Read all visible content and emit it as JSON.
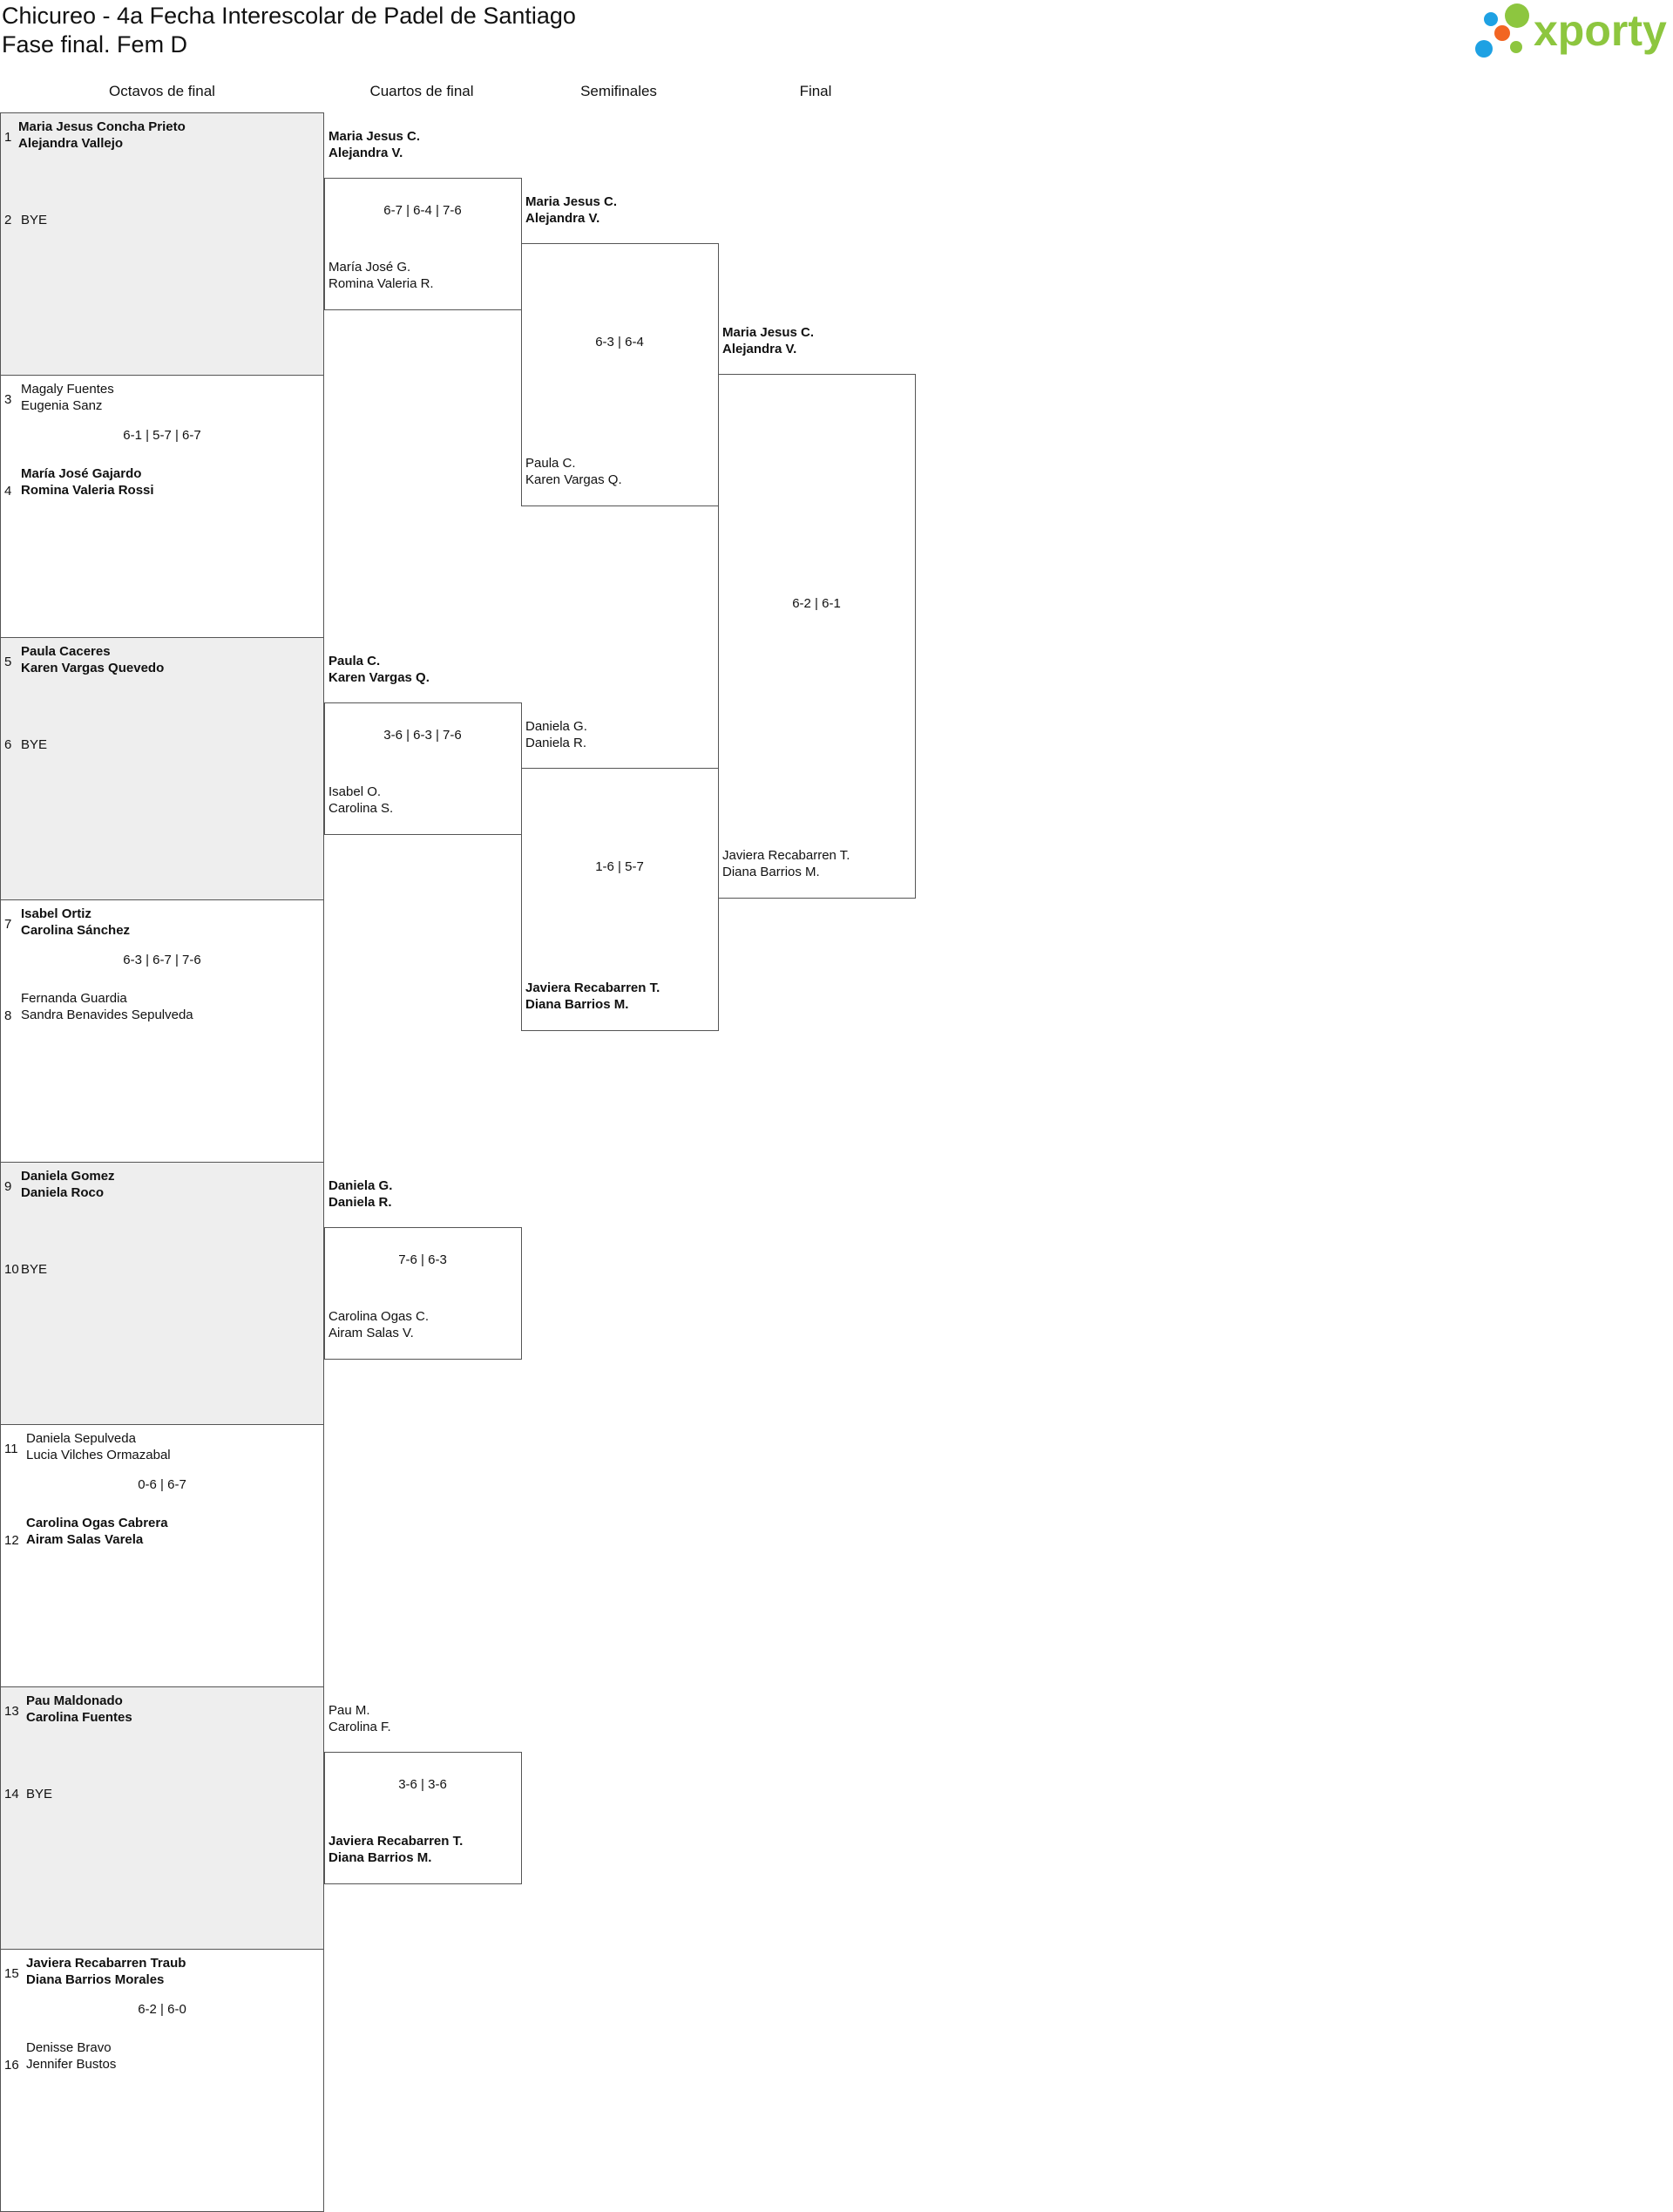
{
  "header": {
    "title": "Chicureo - 4a Fecha Interescolar de Padel de Santiago",
    "subtitle": "Fase final. Fem D",
    "logo_text": "xporty"
  },
  "colors": {
    "logo_green": "#8dc63f",
    "logo_orange": "#f26522",
    "logo_blue": "#1ea1e3",
    "bye_bg": "#eeeeee",
    "border": "#555555"
  },
  "rounds": [
    "Octavos de final",
    "Cuartos de final",
    "Semifinales",
    "Final"
  ],
  "octavos": [
    {
      "seed_a": "1",
      "team_a": [
        "Maria Jesus Concha Prieto",
        "Alejandra Vallejo"
      ],
      "seed_b": "2",
      "team_b": [
        "BYE"
      ],
      "score": ""
    },
    {
      "seed_a": "3",
      "team_a": [
        "Magaly Fuentes",
        "Eugenia Sanz"
      ],
      "seed_b": "4",
      "team_b": [
        "María José Gajardo",
        "Romina Valeria Rossi"
      ],
      "score": "6-1 | 5-7 | 6-7"
    },
    {
      "seed_a": "5",
      "team_a": [
        "Paula Caceres",
        "Karen Vargas Quevedo"
      ],
      "seed_b": "6",
      "team_b": [
        "BYE"
      ],
      "score": ""
    },
    {
      "seed_a": "7",
      "team_a": [
        "Isabel Ortiz",
        "Carolina Sánchez"
      ],
      "seed_b": "8",
      "team_b": [
        "Fernanda Guardia",
        "Sandra Benavides Sepulveda"
      ],
      "score": "6-3 | 6-7 | 7-6"
    },
    {
      "seed_a": "9",
      "team_a": [
        "Daniela Gomez",
        "Daniela Roco"
      ],
      "seed_b": "10",
      "team_b": [
        "BYE"
      ],
      "score": ""
    },
    {
      "seed_a": "11",
      "team_a": [
        "Daniela Sepulveda",
        "Lucia Vilches Ormazabal"
      ],
      "seed_b": "12",
      "team_b": [
        "Carolina Ogas Cabrera",
        "Airam Salas Varela"
      ],
      "score": "0-6 | 6-7"
    },
    {
      "seed_a": "13",
      "team_a": [
        "Pau Maldonado",
        "Carolina Fuentes"
      ],
      "seed_b": "14",
      "team_b": [
        "BYE"
      ],
      "score": ""
    },
    {
      "seed_a": "15",
      "team_a": [
        "Javiera Recabarren Traub",
        "Diana Barrios Morales"
      ],
      "seed_b": "16",
      "team_b": [
        "Denisse Bravo",
        "Jennifer Bustos"
      ],
      "score": "6-2 | 6-0"
    }
  ],
  "cuartos": [
    {
      "team_a": [
        "Maria Jesus C.",
        "Alejandra V."
      ],
      "team_b": [
        "María José G.",
        "Romina Valeria R."
      ],
      "score": "6-7 | 6-4 | 7-6"
    },
    {
      "team_a": [
        "Paula C.",
        "Karen Vargas Q."
      ],
      "team_b": [
        "Isabel O.",
        "Carolina S."
      ],
      "score": "3-6 | 6-3 | 7-6"
    },
    {
      "team_a": [
        "Daniela G.",
        "Daniela R."
      ],
      "team_b": [
        "Carolina Ogas C.",
        "Airam Salas V."
      ],
      "score": "7-6 | 6-3"
    },
    {
      "team_a": [
        "Pau M.",
        "Carolina F."
      ],
      "team_b": [
        "Javiera Recabarren T.",
        "Diana Barrios M."
      ],
      "score": "3-6 | 3-6"
    }
  ],
  "semis": [
    {
      "team_a": [
        "Maria Jesus C.",
        "Alejandra V."
      ],
      "team_b": [
        "Paula C.",
        "Karen Vargas Q."
      ],
      "score": "6-3 | 6-4"
    },
    {
      "team_a": [
        "Daniela G.",
        "Daniela R."
      ],
      "team_b": [
        "Javiera Recabarren T.",
        "Diana Barrios M."
      ],
      "score": "1-6 | 5-7"
    }
  ],
  "final": {
    "team_a": [
      "Maria Jesus C.",
      "Alejandra V."
    ],
    "team_b": [
      "Javiera Recabarren T.",
      "Diana Barrios M."
    ],
    "score": "6-2 | 6-1"
  }
}
